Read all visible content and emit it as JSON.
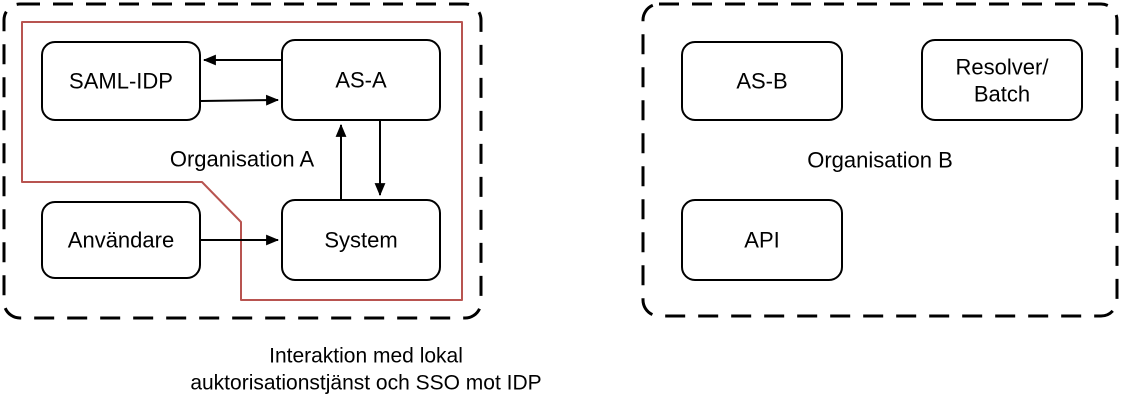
{
  "colors": {
    "node_stroke": "#000000",
    "node_fill": "#ffffff",
    "container_stroke": "#000000",
    "highlight_stroke": "#b85450",
    "text": "#000000",
    "background": "#ffffff"
  },
  "org_a": {
    "label": "Organisation A",
    "nodes": {
      "saml_idp": {
        "label": "SAML-IDP"
      },
      "as_a": {
        "label": "AS-A"
      },
      "anvandare": {
        "label": "Användare"
      },
      "system": {
        "label": "System"
      }
    },
    "edges": [
      {
        "from": "AS-A",
        "to": "SAML-IDP"
      },
      {
        "from": "SAML-IDP",
        "to": "AS-A"
      },
      {
        "from": "System",
        "to": "AS-A"
      },
      {
        "from": "AS-A",
        "to": "System"
      },
      {
        "from": "Användare",
        "to": "System"
      }
    ]
  },
  "org_b": {
    "label": "Organisation B",
    "nodes": {
      "as_b": {
        "label": "AS-B"
      },
      "resolver_batch": {
        "line1": "Resolver/",
        "line2": "Batch"
      },
      "api": {
        "label": "API"
      }
    },
    "edges": []
  },
  "caption": {
    "line1": "Interaktion med lokal",
    "line2": "auktorisationstjänst och SSO mot IDP"
  }
}
